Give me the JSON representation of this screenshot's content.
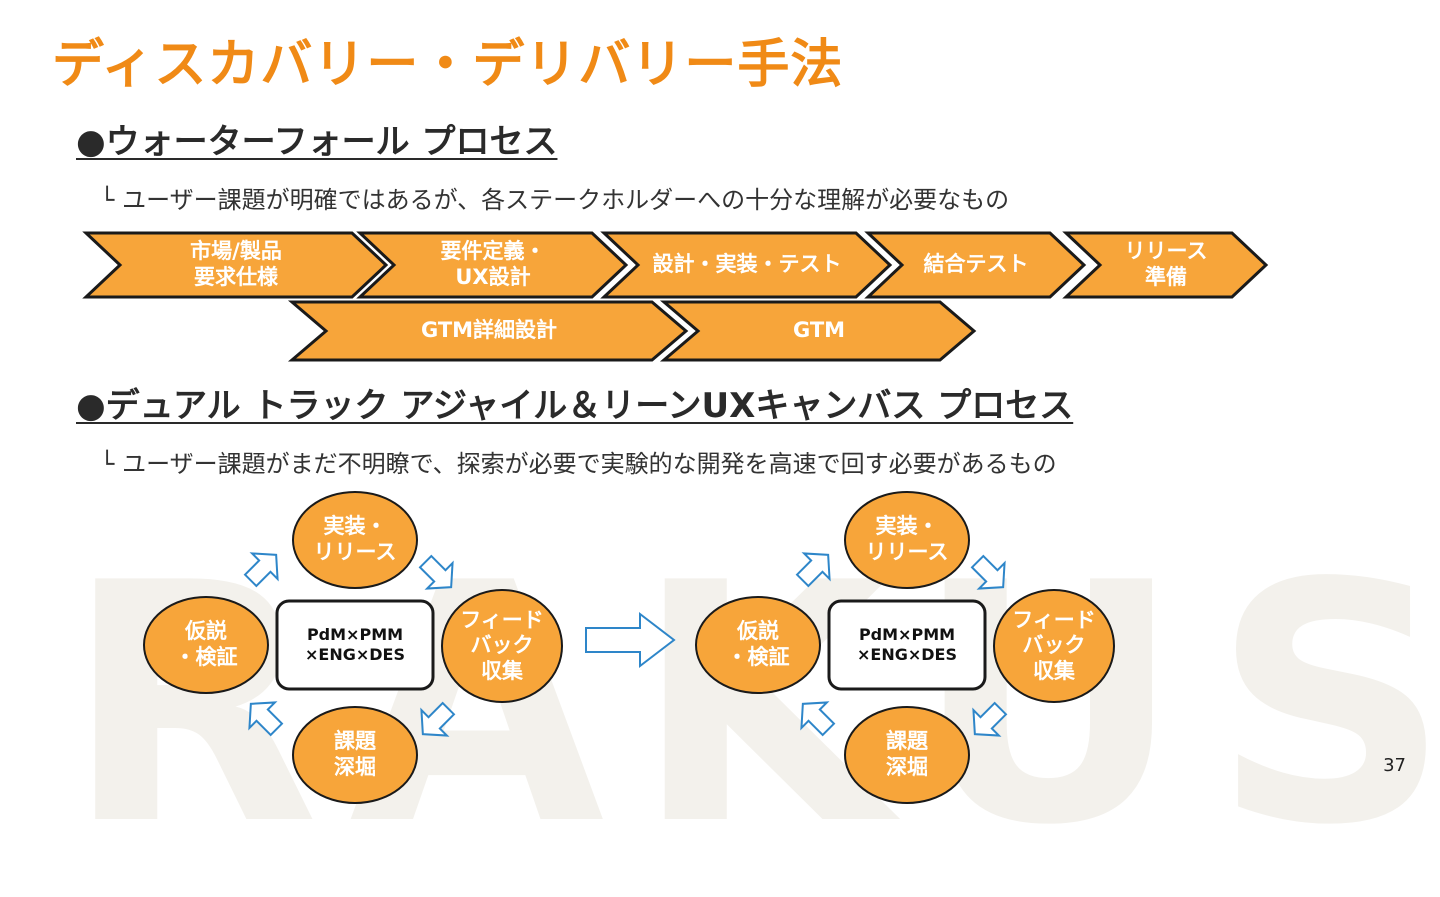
{
  "title": "ディスカバリー・デリバリー手法",
  "waterfall": {
    "heading": "●ウォーターフォール プロセス",
    "description": "└ ユーザー課題が明確ではあるが、各ステークホルダーへの十分な理解が必要なもの",
    "steps": [
      "市場/製品\n要求仕様",
      "要件定義・\nUX設計",
      "設計・実装・テスト",
      "結合テスト",
      "リリース\n準備"
    ],
    "gtm_steps": [
      "GTM詳細設計",
      "GTM"
    ]
  },
  "dual_track": {
    "heading": "●デュアル トラック アジャイル＆リーンUXキャンバス プロセス",
    "description": "└ ユーザー課題がまだ不明瞭で、探索が必要で実験的な開発を高速で回す必要があるもの",
    "cycles": [
      {
        "center": "PdM×PMM\n×ENG×DES",
        "top": "実装・\nリリース",
        "right": "フィード\nバック\n収集",
        "bottom": "課題\n深堀",
        "left": "仮説\n・検証"
      },
      {
        "center": "PdM×PMM\n×ENG×DES",
        "top": "実装・\nリリース",
        "right": "フィード\nバック\n収集",
        "bottom": "課題\n深堀",
        "left": "仮説\n・検証"
      }
    ]
  },
  "watermark": "RAKUS",
  "page_number": "37",
  "colors": {
    "accent": "#f08a16",
    "chevron_fill": "#f7a53a",
    "arrow_stroke": "#2e86c9",
    "outline": "#1a1a1a"
  }
}
